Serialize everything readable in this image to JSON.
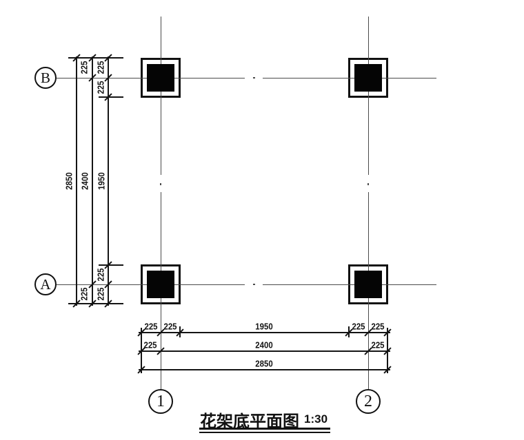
{
  "drawing": {
    "title": "花架底平面图",
    "scale": "1:30",
    "axes": {
      "b": "B",
      "a": "A",
      "c1": "1",
      "c2": "2"
    },
    "dims": {
      "left_outer": [
        "2850"
      ],
      "left_mid": [
        "225",
        "2400",
        "225"
      ],
      "left_inner": [
        "225",
        "225",
        "1950",
        "225",
        "225"
      ],
      "bottom_inner": [
        "225",
        "225",
        "1950",
        "225",
        "225"
      ],
      "bottom_mid": [
        "225",
        "2400",
        "225"
      ],
      "bottom_outer": [
        "2850"
      ]
    }
  },
  "colors": {
    "background": "#ffffff",
    "drawing_line": "#141414",
    "axis_line": "#4a4a4a",
    "column_fill": "#050505"
  }
}
